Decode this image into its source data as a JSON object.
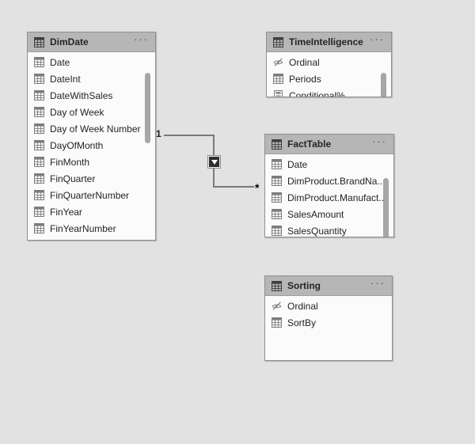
{
  "view": "model-diagram",
  "colors": {
    "canvas_bg": "#e2e2e2",
    "card_bg": "#fbfbfb",
    "header_bg": "#b6b6b6",
    "header_text": "#252423",
    "field_text": "#252423",
    "card_border": "#8f8f8f",
    "relationship_line": "#7a7a7a",
    "arrow_bg": "#2f2f2f",
    "scrollbar": "#a6a6a6"
  },
  "icons": {
    "more_options": "···",
    "table": "table-grid",
    "column": "table-grid",
    "hidden": "eye-slash",
    "calculated": "calculator"
  },
  "tables": [
    {
      "name": "DimDate",
      "fields": [
        {
          "name": "Date",
          "icon": "column"
        },
        {
          "name": "DateInt",
          "icon": "column"
        },
        {
          "name": "DateWithSales",
          "icon": "column"
        },
        {
          "name": "Day of Week",
          "icon": "column"
        },
        {
          "name": "Day of Week Number",
          "icon": "column"
        },
        {
          "name": "DayOfMonth",
          "icon": "column"
        },
        {
          "name": "FinMonth",
          "icon": "column"
        },
        {
          "name": "FinQuarter",
          "icon": "column"
        },
        {
          "name": "FinQuarterNumber",
          "icon": "column"
        },
        {
          "name": "FinYear",
          "icon": "column"
        },
        {
          "name": "FinYearNumber",
          "icon": "column"
        }
      ],
      "scrollbar": true,
      "list_clipped": true
    },
    {
      "name": "TimeIntelligence",
      "fields": [
        {
          "name": "Ordinal",
          "icon": "hidden"
        },
        {
          "name": "Periods",
          "icon": "column"
        },
        {
          "name": "Conditional%",
          "icon": "calculated"
        }
      ],
      "scrollbar": true,
      "list_clipped": true
    },
    {
      "name": "FactTable",
      "fields": [
        {
          "name": "Date",
          "icon": "column"
        },
        {
          "name": "DimProduct.BrandNa...",
          "icon": "column"
        },
        {
          "name": "DimProduct.Manufact...",
          "icon": "column"
        },
        {
          "name": "SalesAmount",
          "icon": "column"
        },
        {
          "name": "SalesQuantity",
          "icon": "column"
        }
      ],
      "scrollbar": true,
      "list_clipped": false
    },
    {
      "name": "Sorting",
      "fields": [
        {
          "name": "Ordinal",
          "icon": "hidden"
        },
        {
          "name": "SortBy",
          "icon": "column"
        }
      ],
      "scrollbar": false,
      "list_clipped": false
    }
  ],
  "relationship": {
    "from_table": "DimDate",
    "to_table": "FactTable",
    "one_label": "1",
    "many_label": "*",
    "filter_arrow_direction": "down"
  }
}
